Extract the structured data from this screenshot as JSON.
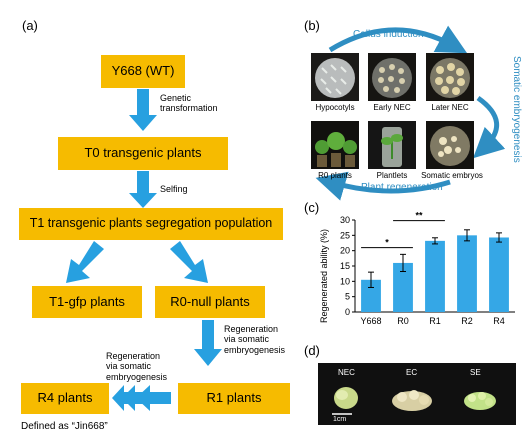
{
  "panel_a": {
    "label": "(a)",
    "boxes": {
      "wt": "Y668 (WT)",
      "t0": "T0 transgenic plants",
      "t1": "T1 transgenic plants segregation population",
      "gfp": "T1-gfp plants",
      "null": "R0-null plants",
      "r1": "R1 plants",
      "r4": "R4 plants"
    },
    "notes": {
      "genetic": "Genetic\ntransformation",
      "selfing": "Selfing",
      "regen_right": "Regeneration\nvia somatic\nembryogenesis",
      "regen_left": "Regeneration\nvia somatic\nembryogenesis"
    },
    "footnote": "Defined as “Jin668”"
  },
  "panel_b": {
    "label": "(b)",
    "captions": {
      "hypocotyls": "Hypocotyls",
      "early": "Early NEC",
      "later": "Later NEC",
      "r0": "R0 plants",
      "plantlets": "Plantlets",
      "embryos": "Somatic embryos"
    },
    "cycle": {
      "top": "Callus induction",
      "right": "Somatic embryogenesis",
      "bottom": "Plant regeneration"
    },
    "colors": {
      "arrow": "#2f8ec2",
      "thumb_bg": "#13100d"
    }
  },
  "panel_c": {
    "label": "(c)",
    "chart_data": {
      "type": "bar",
      "categories": [
        "Y668",
        "R0",
        "R1",
        "R2",
        "R4"
      ],
      "values": [
        10.5,
        16,
        23.2,
        25,
        24.3
      ],
      "errors": [
        2.5,
        2.8,
        1.0,
        1.8,
        1.5
      ],
      "ylabel": "Regenerated ability (%)",
      "ylim": [
        0,
        30
      ],
      "yticks": [
        0,
        5,
        10,
        15,
        20,
        25,
        30
      ],
      "significance": [
        {
          "from": "Y668",
          "to": "R0",
          "label": "*"
        },
        {
          "from": "R0",
          "to": "R1",
          "label": "**"
        }
      ],
      "bar_color": "#35a7e6",
      "grid": false
    }
  },
  "panel_d": {
    "label": "(d)",
    "tissues": {
      "nec": "NEC",
      "ec": "EC",
      "se": "SE"
    },
    "scale": "1cm"
  }
}
